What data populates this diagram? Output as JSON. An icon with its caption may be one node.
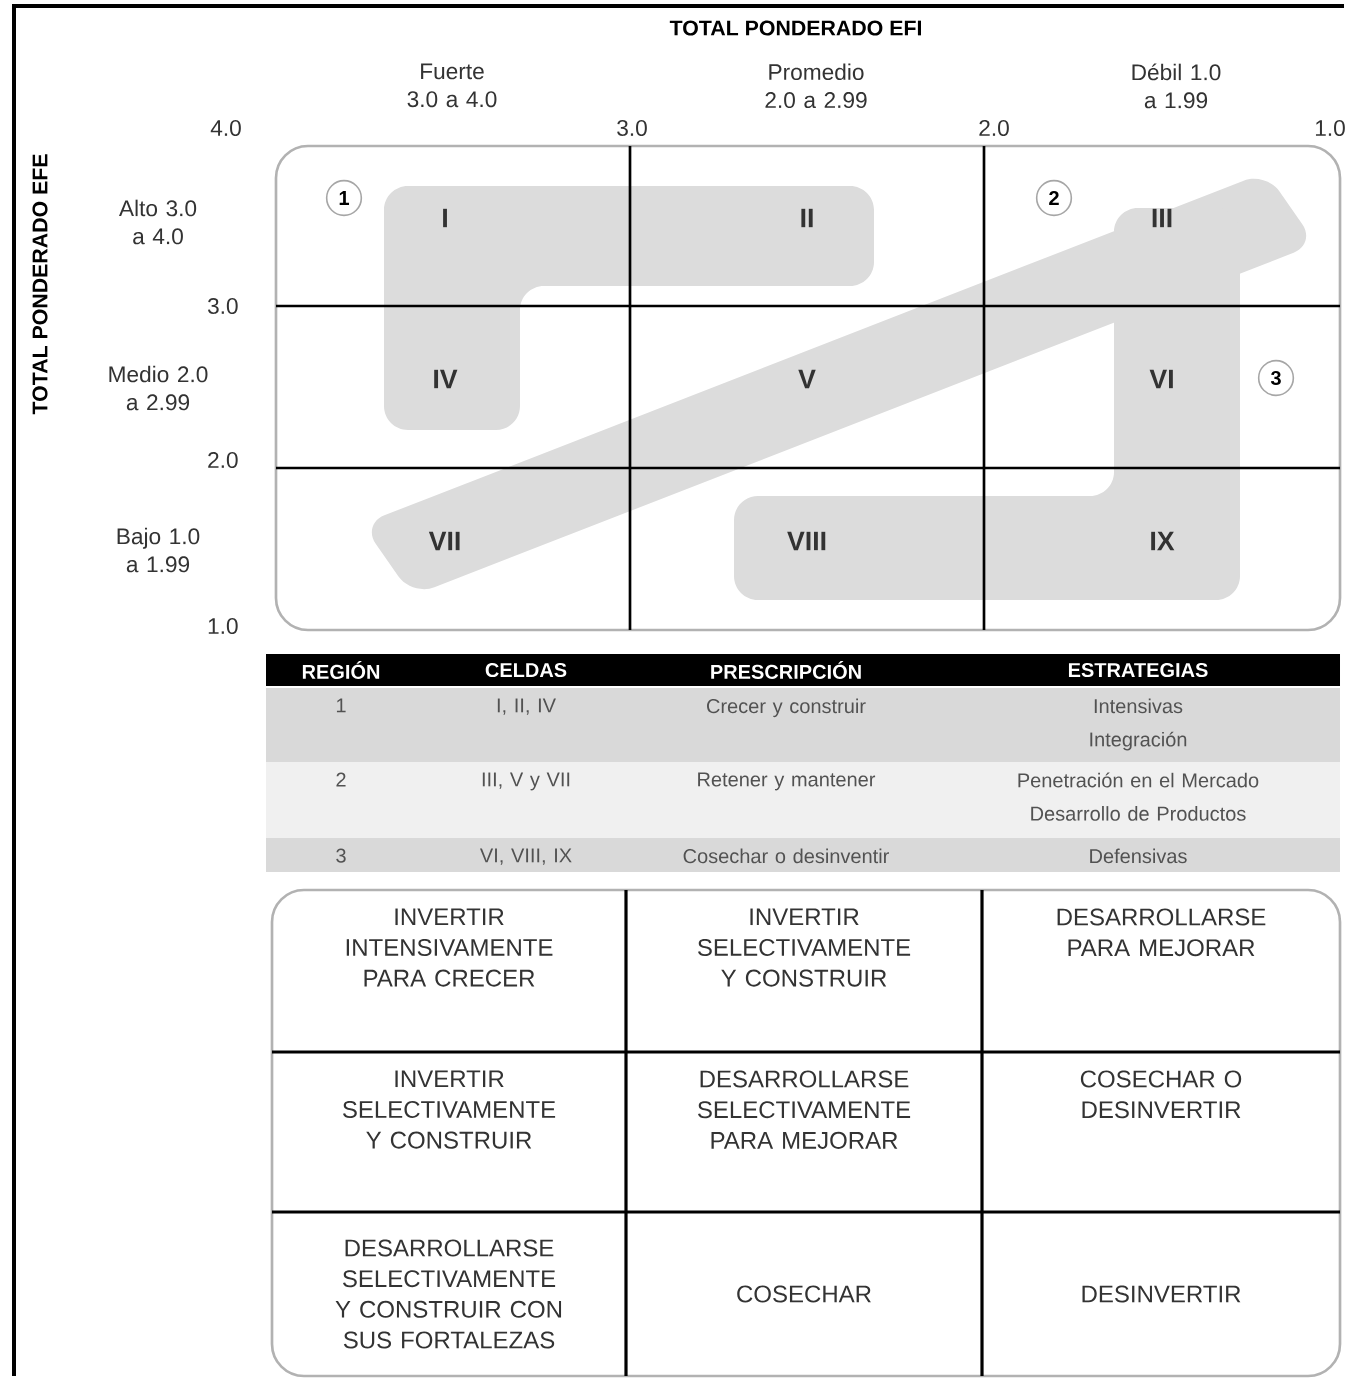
{
  "diagram": {
    "nodes": [
      {
        "text": [
          "I"
        ]
      },
      {
        "text": [
          "II"
        ]
      },
      {
        "text": [
          "III"
        ]
      },
      {
        "text": [
          "IV"
        ]
      },
      {
        "text": [
          "V"
        ]
      },
      {
        "text": [
          "VI"
        ]
      },
      {
        "text": [
          "VII"
        ]
      },
      {
        "text": [
          "VIII"
        ]
      },
      {
        "text": [
          "IX"
        ]
      },
      {
        "text": [
          "1"
        ]
      },
      {
        "text": [
          "2"
        ]
      },
      {
        "text": [
          "3"
        ]
      },
      {
        "text": [
          "INVERTIR INTENSIVAMENTE PARA CRECER"
        ]
      },
      {
        "text": [
          "INVERTIR SELECTIVAMENTE Y CONSTRUIR"
        ]
      },
      {
        "text": [
          "DESARROLLARSE PARA MEJORAR"
        ]
      },
      {
        "text": [
          "INVERTIR SELECTIVAMENTE Y CONSTRUIR"
        ]
      },
      {
        "text": [
          "DESARROLLARSE SELECTIVAMENTE PARA MEJORAR"
        ]
      },
      {
        "text": [
          "COSECHAR O DESINVERTIR"
        ]
      },
      {
        "text": [
          "DESARROLLARSE SELECTIVAMENTE Y CONSTRUIR CON SUS FORTALEZAS"
        ]
      },
      {
        "text": [
          "COSECHAR"
        ]
      },
      {
        "text": [
          "DESINVERTIR"
        ]
      }
    ],
    "labels": [
      "TOTAL PONDERADO EFI",
      "Fuerte 3.0 a 4.0",
      "Promedio 2.0 a 2.99",
      "Débil 1.0 a 1.99",
      "4.0",
      "3.0",
      "2.0",
      "1.0",
      "TOTAL PONDERADO EFE",
      "Alto 3.0 a 4.0",
      "3.0",
      "Medio 2.0 a 2.99",
      "2.0",
      "Bajo 1.0 a 1.99",
      "1.0",
      "REGIÓN",
      "CELDAS",
      "PRESCRIPCIÓN",
      "ESTRATEGIAS",
      "1",
      "I, II, IV",
      "Crecer y construir",
      "Intensivas Integración",
      "2",
      "III, V y VII",
      "Retener y mantener",
      "Penetración en el Mercado Desarrollo de Productos",
      "3",
      "VI, VIII, IX",
      "Cosechar o desinventir",
      "Defensivas"
    ]
  }
}
